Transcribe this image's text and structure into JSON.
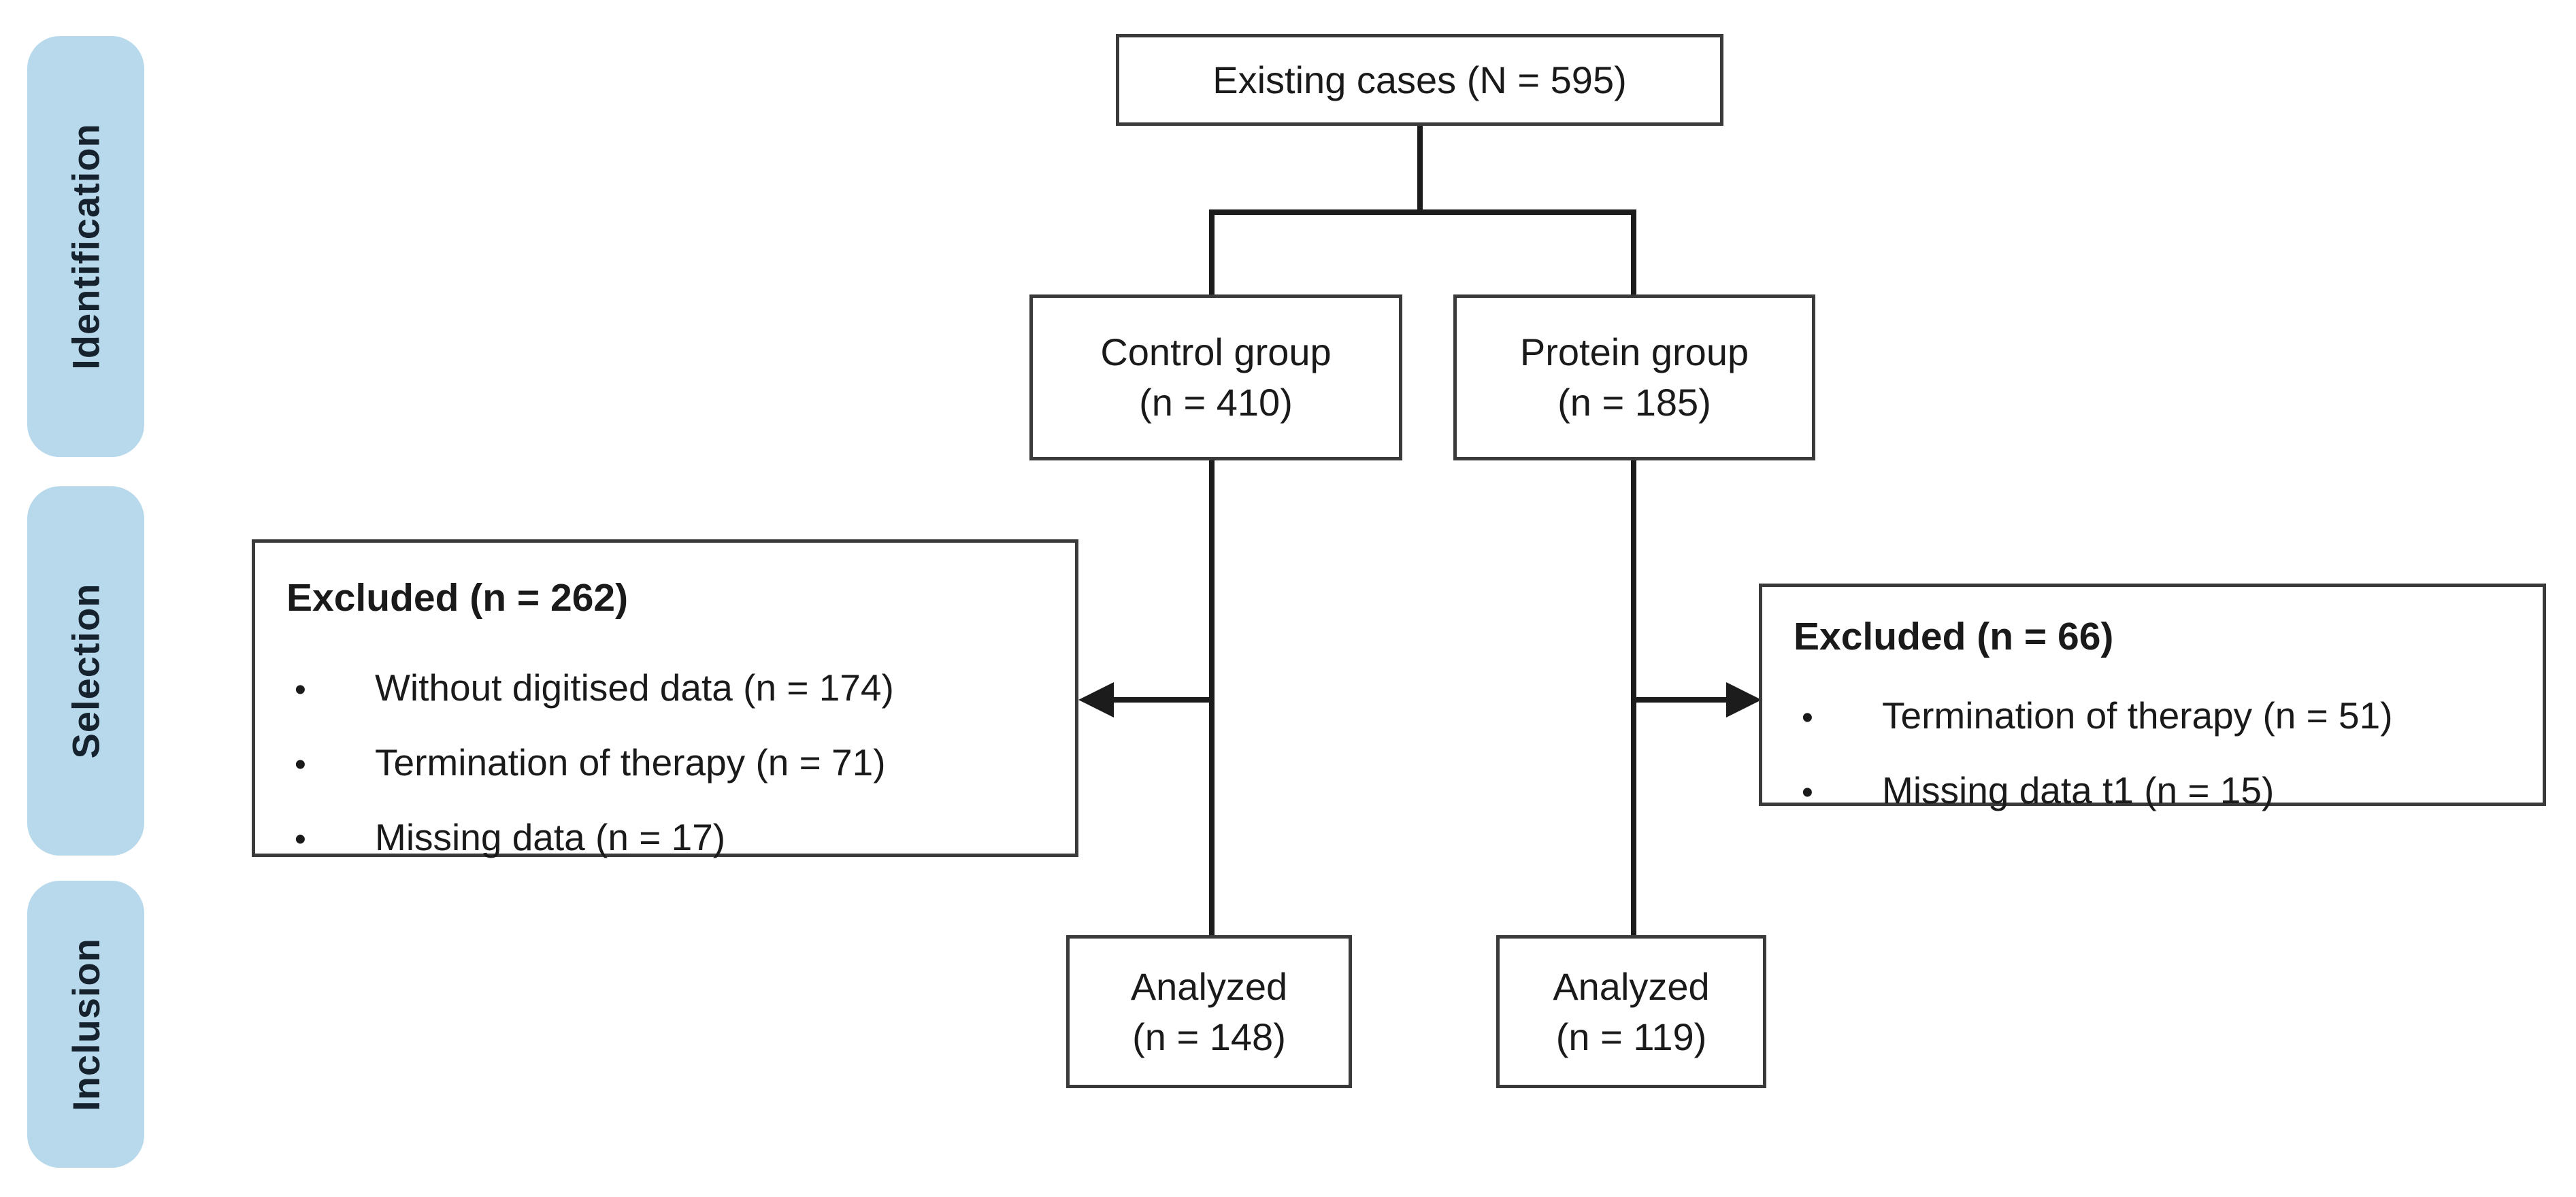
{
  "colors": {
    "stage_fill": "#b7d9eb",
    "stage_text": "#16222e",
    "box_border": "#3a3a3a",
    "line": "#1c1c1c",
    "background": "#ffffff",
    "text": "#1a1a1a"
  },
  "bullet": "•",
  "stages": {
    "identification": "Identification",
    "selection": "Selection",
    "inclusion": "Inclusion"
  },
  "nodes": {
    "existing": {
      "text": "Existing cases (N = 595)"
    },
    "control": {
      "line1": "Control group",
      "line2": "(n = 410)"
    },
    "protein": {
      "line1": "Protein group",
      "line2": "(n = 185)"
    },
    "excluded_control": {
      "title": "Excluded (n = 262)",
      "items": [
        "Without digitised data (n = 174)",
        "Termination of therapy (n = 71)",
        "Missing data (n = 17)"
      ]
    },
    "excluded_protein": {
      "title": "Excluded (n = 66)",
      "items": [
        "Termination of therapy (n = 51)",
        "Missing data t1 (n = 15)"
      ]
    },
    "analyzed_control": {
      "line1": "Analyzed",
      "line2": "(n = 148)"
    },
    "analyzed_protein": {
      "line1": "Analyzed",
      "line2": "(n = 119)"
    }
  }
}
